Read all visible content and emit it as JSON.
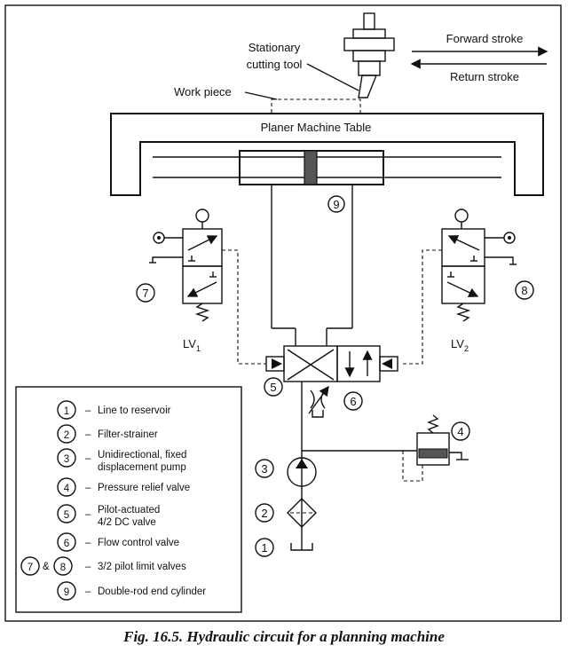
{
  "labels": {
    "stationary_tool": [
      "Stationary",
      "cutting tool"
    ],
    "work_piece": "Work piece",
    "forward_stroke": "Forward stroke",
    "return_stroke": "Return stroke",
    "table": "Planer Machine Table",
    "lv1": "LV",
    "lv1_sub": "1",
    "lv2": "LV",
    "lv2_sub": "2"
  },
  "callouts": {
    "c1": "1",
    "c2": "2",
    "c3": "3",
    "c4": "4",
    "c5": "5",
    "c6": "6",
    "c7": "7",
    "c8": "8",
    "c9": "9"
  },
  "legend": {
    "dash": "–",
    "amp": "&",
    "items": [
      {
        "num": "1",
        "lines": [
          "Line to reservoir"
        ]
      },
      {
        "num": "2",
        "lines": [
          "Filter-strainer"
        ]
      },
      {
        "num": "3",
        "lines": [
          "Unidirectional, fixed",
          "displacement pump"
        ]
      },
      {
        "num": "4",
        "lines": [
          "Pressure relief valve"
        ]
      },
      {
        "num": "5",
        "lines": [
          "Pilot-actuated",
          "4/2 DC valve"
        ]
      },
      {
        "num": "6",
        "lines": [
          "Flow control valve"
        ]
      },
      {
        "num": "7",
        "num2": "8",
        "lines": [
          "3/2 pilot limit valves"
        ]
      },
      {
        "num": "9",
        "lines": [
          "Double-rod end cylinder"
        ]
      }
    ]
  },
  "caption": "Fig. 16.5. Hydraulic circuit for a planning machine"
}
